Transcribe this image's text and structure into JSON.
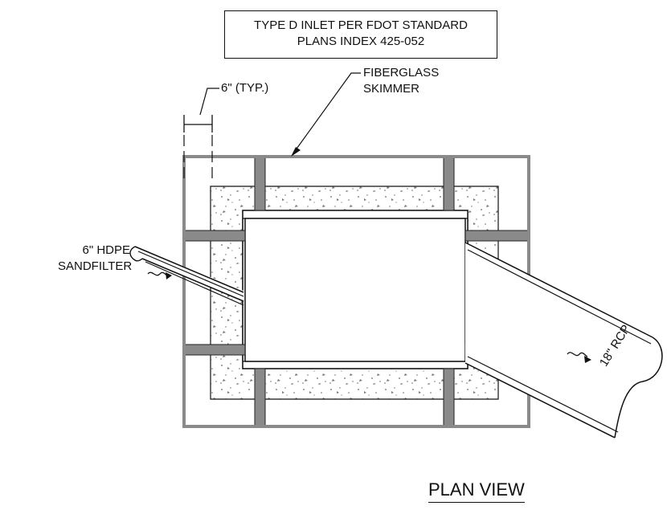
{
  "labels": {
    "title_line1": "TYPE D INLET PER FDOT STANDARD",
    "title_line2": "PLANS INDEX 425-052",
    "typ_dim": "6\" (TYP.)",
    "skimmer_line1": "FIBERGLASS",
    "skimmer_line2": "SKIMMER",
    "hdpe_line1": "6\" HDPE",
    "hdpe_line2": "SANDFILTER",
    "rcp": "18\" RCP",
    "view_title": "PLAN VIEW"
  },
  "colors": {
    "line": "#111111",
    "skimmer_frame": "#8a8a8a",
    "concrete_speckle": "#777777"
  }
}
